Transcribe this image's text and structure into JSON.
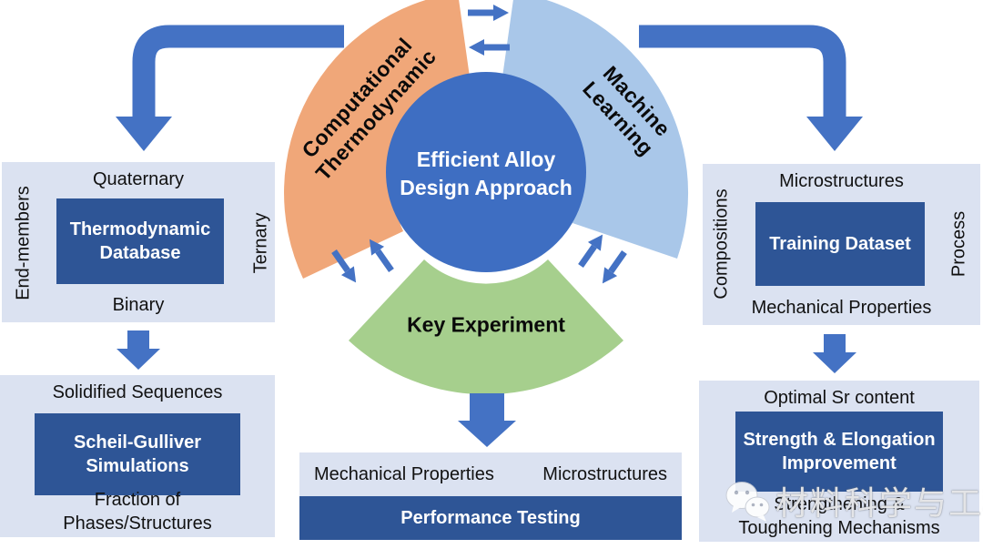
{
  "title": {
    "center": "Efficient Alloy Design Approach"
  },
  "arcs": {
    "computational": {
      "label": "Computational Thermodynamic",
      "color": "#f0a779"
    },
    "machine_learning": {
      "label": "Machine Learning",
      "color": "#a9c7e9"
    },
    "key_experiment": {
      "label": "Key Experiment",
      "color": "#a6cf8d"
    }
  },
  "panels": {
    "thermodynamic_database": {
      "top": "Quaternary",
      "left": "End-members",
      "right": "Ternary",
      "bottom": "Binary",
      "box": "Thermodynamic Database"
    },
    "scheil_gulliver": {
      "top": "Solidified Sequences",
      "box": "Scheil-Gulliver Simulations",
      "bottom_line1": "Fraction of",
      "bottom_line2": "Phases/Structures"
    },
    "training_dataset": {
      "top": "Microstructures",
      "left": "Compositions",
      "right": "Process",
      "bottom": "Mechanical Properties",
      "box": "Training Dataset"
    },
    "optimal_sr": {
      "top": "Optimal Sr content",
      "box": "Strength & Elongation Improvement",
      "bottom_line1": "Strengthening &",
      "bottom_line2": "Toughening Mechanisms"
    },
    "performance_testing": {
      "label_left": "Mechanical Properties",
      "label_right": "Microstructures",
      "bar": "Performance Testing"
    }
  },
  "watermark": {
    "text": "材料科学与工程",
    "icon": "wechat-icon"
  },
  "colors": {
    "center_circle": "#3e6ec2",
    "dark_box": "#2e5596",
    "panel_bg": "#dbe2f1",
    "arrow_blue": "#4472c4"
  }
}
